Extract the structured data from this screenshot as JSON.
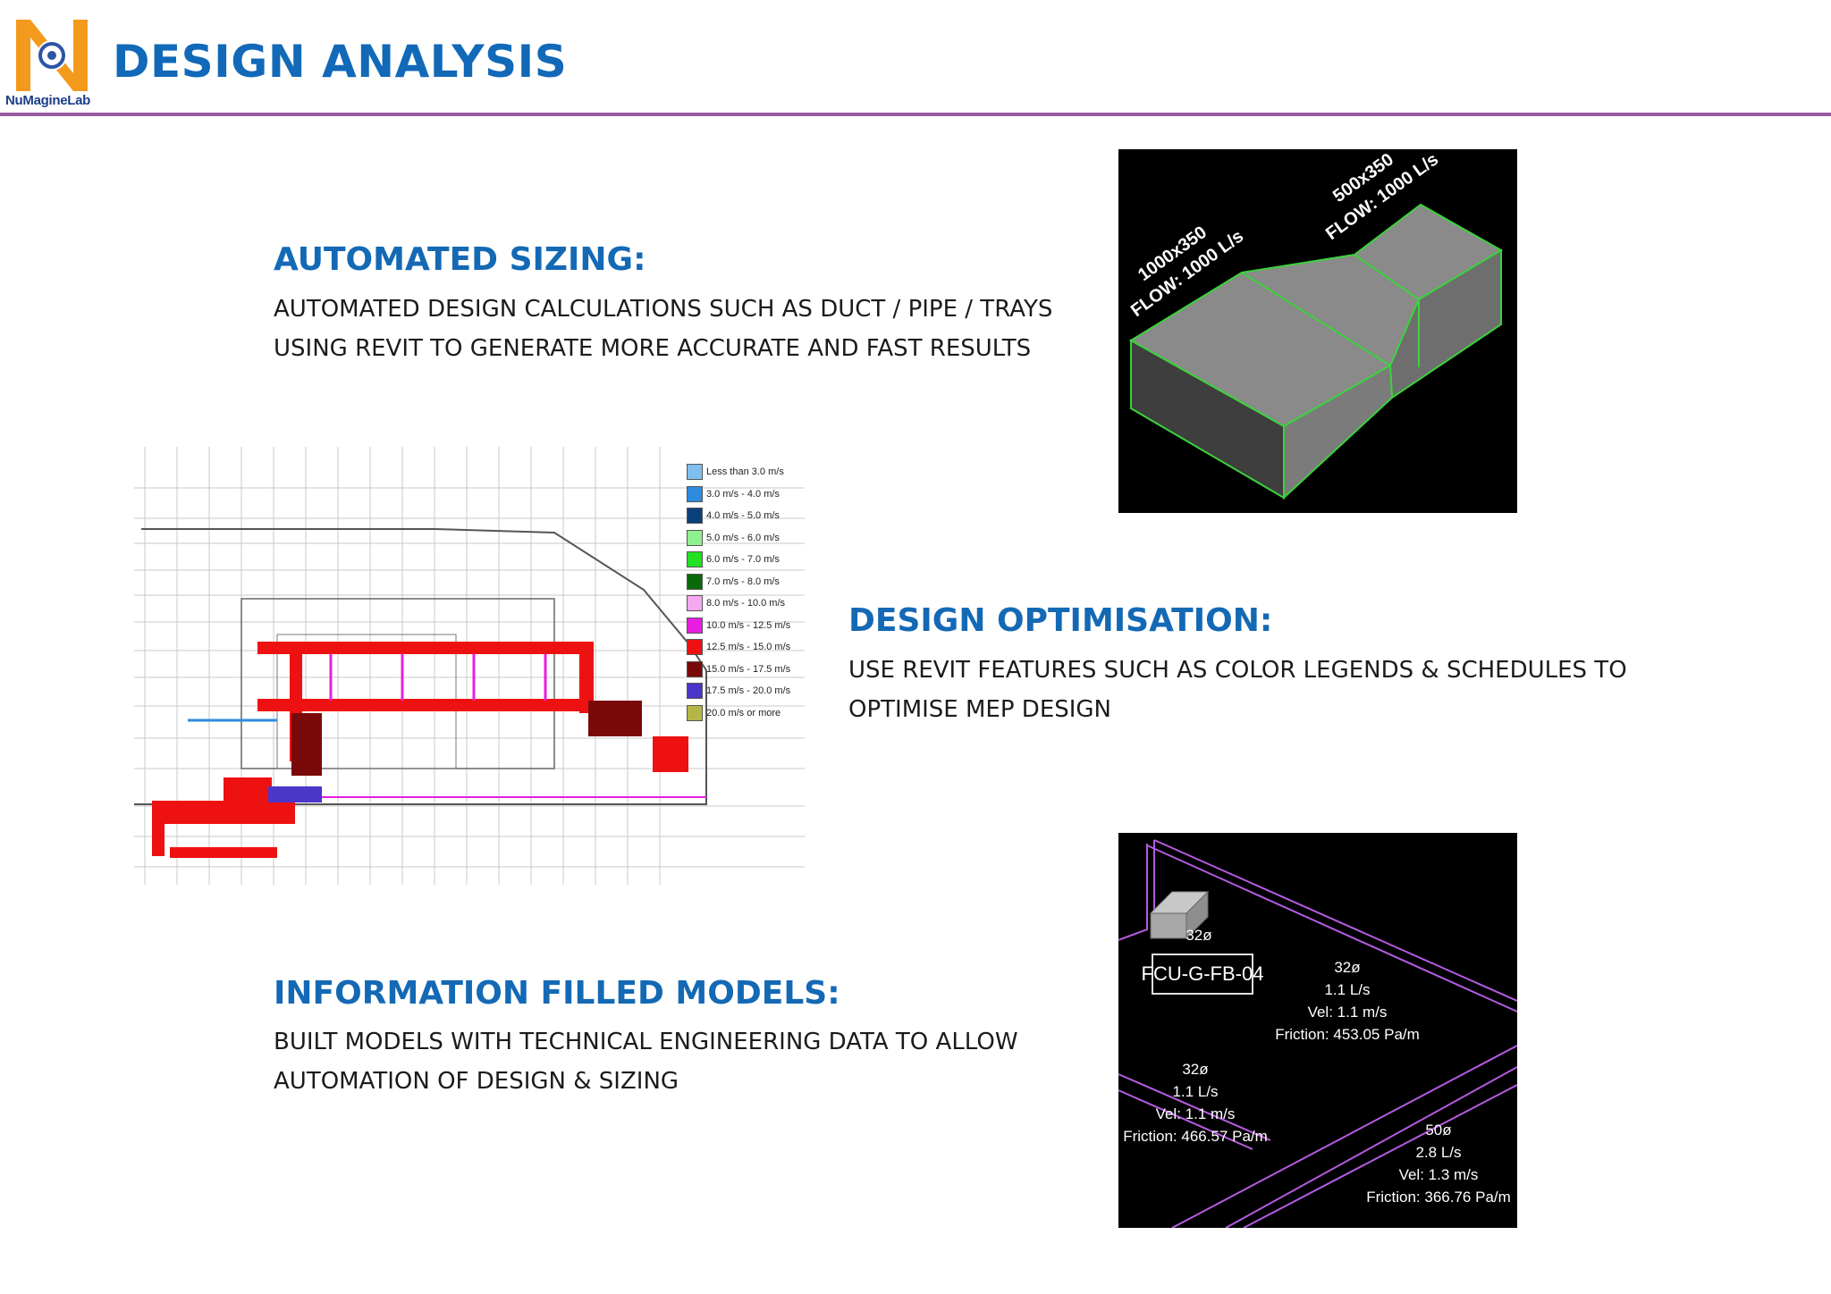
{
  "header": {
    "title": "DESIGN ANALYSIS",
    "logo_text": "NuMagineLab"
  },
  "sections": [
    {
      "heading": "AUTOMATED SIZING:",
      "lines": [
        "AUTOMATED DESIGN CALCULATIONS SUCH AS DUCT / PIPE / TRAYS",
        "USING REVIT TO GENERATE MORE ACCURATE AND FAST RESULTS"
      ]
    },
    {
      "heading": "DESIGN OPTIMISATION:",
      "lines": [
        "USE REVIT FEATURES SUCH AS COLOR LEGENDS & SCHEDULES TO",
        "OPTIMISE MEP DESIGN"
      ]
    },
    {
      "heading": "INFORMATION FILLED MODELS:",
      "lines": [
        "BUILT MODELS WITH TECHNICAL ENGINEERING DATA TO ALLOW",
        "AUTOMATION OF DESIGN & SIZING"
      ]
    }
  ],
  "duct_image": {
    "label_a_size": "1000x350",
    "label_a_flow": "FLOW: 1000 L/s",
    "label_b_size": "500x350",
    "label_b_flow": "FLOW: 1000 L/s"
  },
  "legend": [
    {
      "label": "Less than 3.0 m/s",
      "color": "#7fbff0"
    },
    {
      "label": "3.0 m/s - 4.0 m/s",
      "color": "#2e8be0"
    },
    {
      "label": "4.0 m/s - 5.0 m/s",
      "color": "#0b3f7a"
    },
    {
      "label": "5.0 m/s - 6.0 m/s",
      "color": "#8ff08f"
    },
    {
      "label": "6.0 m/s - 7.0 m/s",
      "color": "#22e022"
    },
    {
      "label": "7.0 m/s - 8.0 m/s",
      "color": "#0a6a0a"
    },
    {
      "label": "8.0 m/s - 10.0 m/s",
      "color": "#f5a8f0"
    },
    {
      "label": "10.0 m/s - 12.5 m/s",
      "color": "#e81ee0"
    },
    {
      "label": "12.5 m/s - 15.0 m/s",
      "color": "#ee1111"
    },
    {
      "label": "15.0 m/s - 17.5 m/s",
      "color": "#7a0a0a"
    },
    {
      "label": "17.5 m/s - 20.0 m/s",
      "color": "#4a36c8"
    },
    {
      "label": "20.0 m/s or more",
      "color": "#b6b648"
    }
  ],
  "schedule_image": {
    "unit_tag": "FCU-G-FB-04",
    "dia_top": "32ø",
    "pipe1": [
      "32ø",
      "1.1 L/s",
      "Vel: 1.1 m/s",
      "Friction: 453.05 Pa/m"
    ],
    "pipe2": [
      "32ø",
      "1.1 L/s",
      "Vel: 1.1 m/s",
      "Friction: 466.57 Pa/m"
    ],
    "pipe3": [
      "50ø",
      "2.8 L/s",
      "Vel: 1.3 m/s",
      "Friction: 366.76 Pa/m"
    ]
  },
  "colors": {
    "title_blue": "#1169b8",
    "divider_purple": "#9b5aa0",
    "logo_orange": "#f39a1d"
  }
}
